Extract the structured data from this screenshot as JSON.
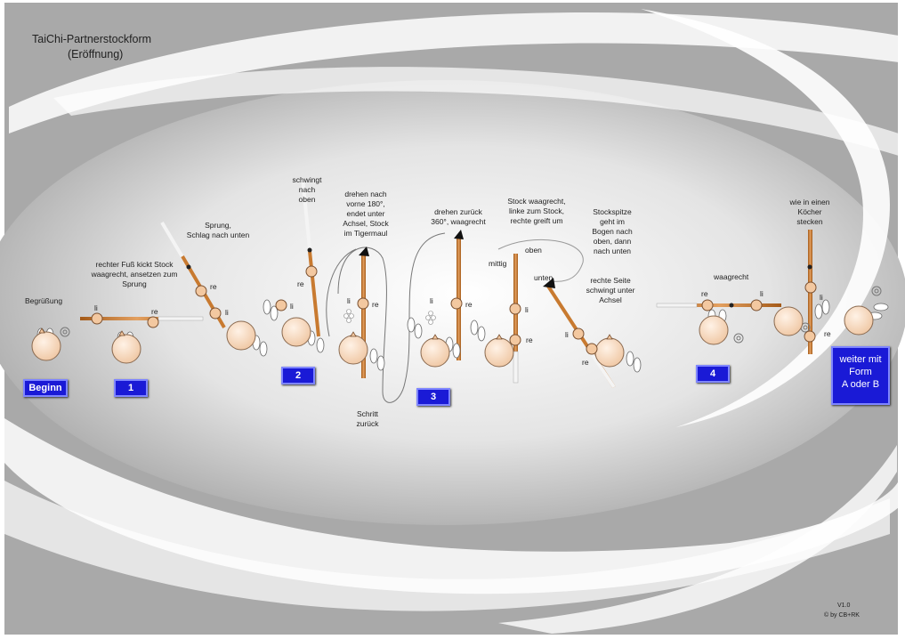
{
  "header": {
    "title": "TaiChi-Partnerstockform",
    "subtitle": "(Eröffnung)"
  },
  "buttons": {
    "beginn": "Beginn",
    "step1": "1",
    "step2": "2",
    "step3": "3",
    "step4": "4",
    "weiter": "weiter mit\nForm\nA oder B"
  },
  "annotations": {
    "begruessung": "Begrüßung",
    "kick": "rechter Fuß kickt Stock\nwaagrecht, ansetzen zum\nSprung",
    "sprung": "Sprung,\nSchlag nach unten",
    "schwingt": "schwingt\nnach\noben",
    "drehen180": "drehen nach\nvorne 180°,\nendet unter\nAchsel, Stock\nim Tigermaul",
    "schritt": "Schritt\nzurück",
    "drehen360": "drehen zurück\n360°, waagrecht",
    "stockwaag": "Stock waagrecht,\nlinke zum Stock,\nrechte greift um",
    "oben": "oben",
    "mittig": "mittig",
    "unten": "unten",
    "stockspitze": "Stockspitze\ngeht im\nBogen nach\noben, dann\nnach unten",
    "rechteseite": "rechte Seite\nschwingt unter\nAchsel",
    "waagrecht": "waagrecht",
    "koecher": "wie in einen\nKöcher\nstecken"
  },
  "hand_labels": {
    "li1": "li",
    "re1": "re",
    "re2": "re",
    "li2": "li",
    "re3": "re",
    "li3": "li",
    "li4": "li",
    "re4": "re",
    "li5": "li",
    "re5": "re",
    "li6": "li",
    "re6": "re",
    "li7": "li",
    "re7": "re",
    "re8": "re",
    "li8": "li",
    "li9": "li",
    "re9": "re"
  },
  "footer": {
    "version": "V1.0",
    "copyright": "© by CB+RK"
  },
  "colors": {
    "stick": "#c87a30",
    "hand": "#f3c8a0",
    "head": "#f7d9bd",
    "button": "#1a1ad6",
    "background": "#a9a9a9"
  }
}
